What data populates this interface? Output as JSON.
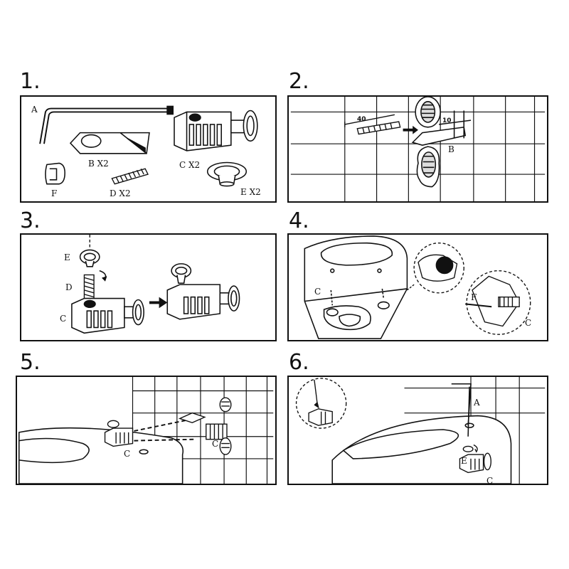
{
  "steps": [
    {
      "number": "1."
    },
    {
      "number": "2."
    },
    {
      "number": "3."
    },
    {
      "number": "4."
    },
    {
      "number": "5."
    },
    {
      "number": "6."
    }
  ],
  "panel1": {
    "label_a": "A",
    "label_b": "B X2",
    "label_c": "C X2",
    "label_d": "D X2",
    "label_e": "E X2",
    "label_f": "F"
  },
  "panel2": {
    "dim_left": "40",
    "dim_right": "10",
    "label_b": "B"
  },
  "panel3": {
    "label_e": "E",
    "label_d": "D",
    "label_c": "C"
  },
  "panel4": {
    "label_c_left": "C",
    "label_f": "F",
    "label_c_right": "C"
  },
  "panel5": {
    "label_c_left": "C",
    "label_c_right": "C"
  },
  "panel6": {
    "label_a": "A",
    "label_e": "E",
    "label_c": "C"
  },
  "colors": {
    "line": "#111111",
    "paper": "#ffffff"
  }
}
